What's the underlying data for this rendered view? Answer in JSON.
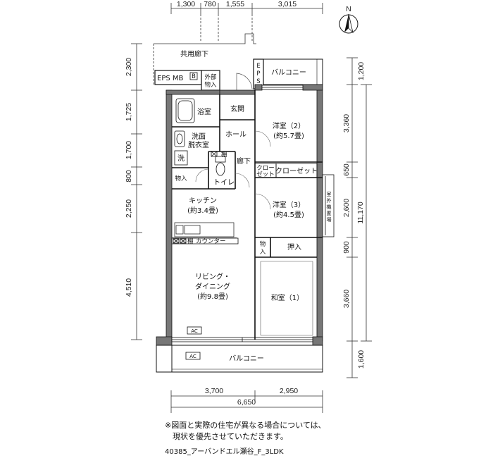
{
  "compass": {
    "label": "N"
  },
  "dimensions": {
    "top": [
      "1,300",
      "780",
      "1,555",
      "3,015"
    ],
    "left": [
      "2,300",
      "1,725",
      "1,700",
      "800",
      "2,250",
      "4,510"
    ],
    "right_inner": [
      "1,200",
      "3,360",
      "650",
      "2,600",
      "900",
      "3,660",
      "1,600"
    ],
    "right_total": "11,170",
    "bottom": [
      "3,700",
      "2,950"
    ],
    "bottom_total": "6,650"
  },
  "rooms": {
    "corridor": "共用廊下",
    "eps_mb": "EPS MB",
    "mb_b": "B",
    "outdoor_storage_1": "外部",
    "outdoor_storage_2": "物入",
    "eps_vertical": [
      "E",
      "P",
      "S"
    ],
    "balcony_top": "バルコニー",
    "bathroom": "浴室",
    "entrance": "玄関",
    "hall": "ホール",
    "washroom_1": "洗面",
    "washroom_2": "脱衣室",
    "washer": "洗",
    "storage_small": "物入",
    "shelf": "棚",
    "hallway": "廊下",
    "toilet": "トイレ",
    "western2_name": "洋室（2）",
    "western2_size": "(約5.7畳)",
    "closet_small_1": "クロー",
    "closet_small_2": "ゼット",
    "closet": "クローゼット",
    "ac_unit_vertical": [
      "室",
      "外",
      "機",
      "置",
      "場"
    ],
    "kitchen_name": "キッチン",
    "kitchen_size": "(約3.4畳)",
    "western3_name": "洋室（3）",
    "western3_size": "(約4.5畳)",
    "shelf2": "棚",
    "counter": "カウンター",
    "storage2_1": "物",
    "storage2_2": "入",
    "oshiire": "押入",
    "living_1": "リビング・",
    "living_2": "ダイニング",
    "living_3": "(約9.8畳)",
    "japanese": "和室（1）",
    "ac_label_1": "AC",
    "ac_label_2": "AC",
    "balcony_bottom": "バルコニー"
  },
  "notes": {
    "line1": "※図面と実際の住宅が異なる場合については、",
    "line2": "　現状を優先させていただきます。",
    "code": "40385_アーバンドエル瀬谷_F_3LDK"
  }
}
